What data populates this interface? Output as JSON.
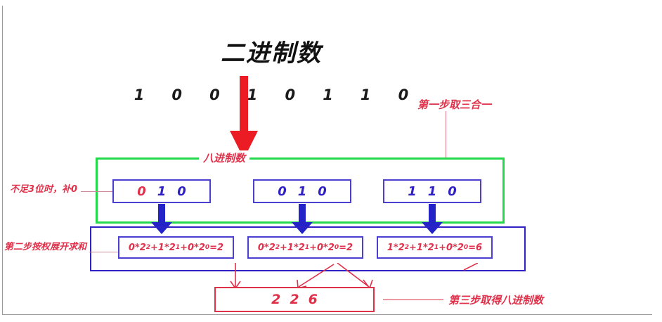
{
  "diagram": {
    "title": "二进制数",
    "binary_digits": [
      "1",
      "0",
      "0",
      "1",
      "0",
      "1",
      "1",
      "0"
    ],
    "octal_label": "八进制数",
    "pad_note": "不足3位时，补0",
    "steps": {
      "step1": "第一步取三合一",
      "step2": "第二步按权展开求和",
      "step3": "第三步取得八进制数"
    },
    "groups": [
      {
        "bits": [
          "0",
          "1",
          "0"
        ],
        "padded_count": 1
      },
      {
        "bits": [
          "0",
          "1",
          "0"
        ],
        "padded_count": 0
      },
      {
        "bits": [
          "1",
          "1",
          "0"
        ],
        "padded_count": 0
      }
    ],
    "formulas": [
      {
        "base": "0*2",
        "e2": "2",
        "t1": "+1*2",
        "e1": "1",
        "t2": "+0*2",
        "e0": "0",
        "result": "=2"
      },
      {
        "base": "0*2",
        "e2": "2",
        "t1": " +1*2",
        "e1": "1",
        "t2": "+0*2",
        "e0": "0",
        "result": "=2"
      },
      {
        "base": "1*2",
        "e2": "2",
        "t1": "+1*2",
        "e1": "1",
        "t2": "+0*2",
        "e0": "0",
        "result": "=6"
      }
    ],
    "formula_values": [
      2,
      2,
      6
    ],
    "result_digits": [
      "2",
      "2",
      "6"
    ],
    "result_value": "226",
    "colors": {
      "red": "#e0314b",
      "green": "#25d94a",
      "blue": "#3021c4",
      "blue_box": "#4b3fd1",
      "black": "#111111",
      "arrow_red": "#ec1c24",
      "arrow_blue": "#2323c8"
    }
  }
}
